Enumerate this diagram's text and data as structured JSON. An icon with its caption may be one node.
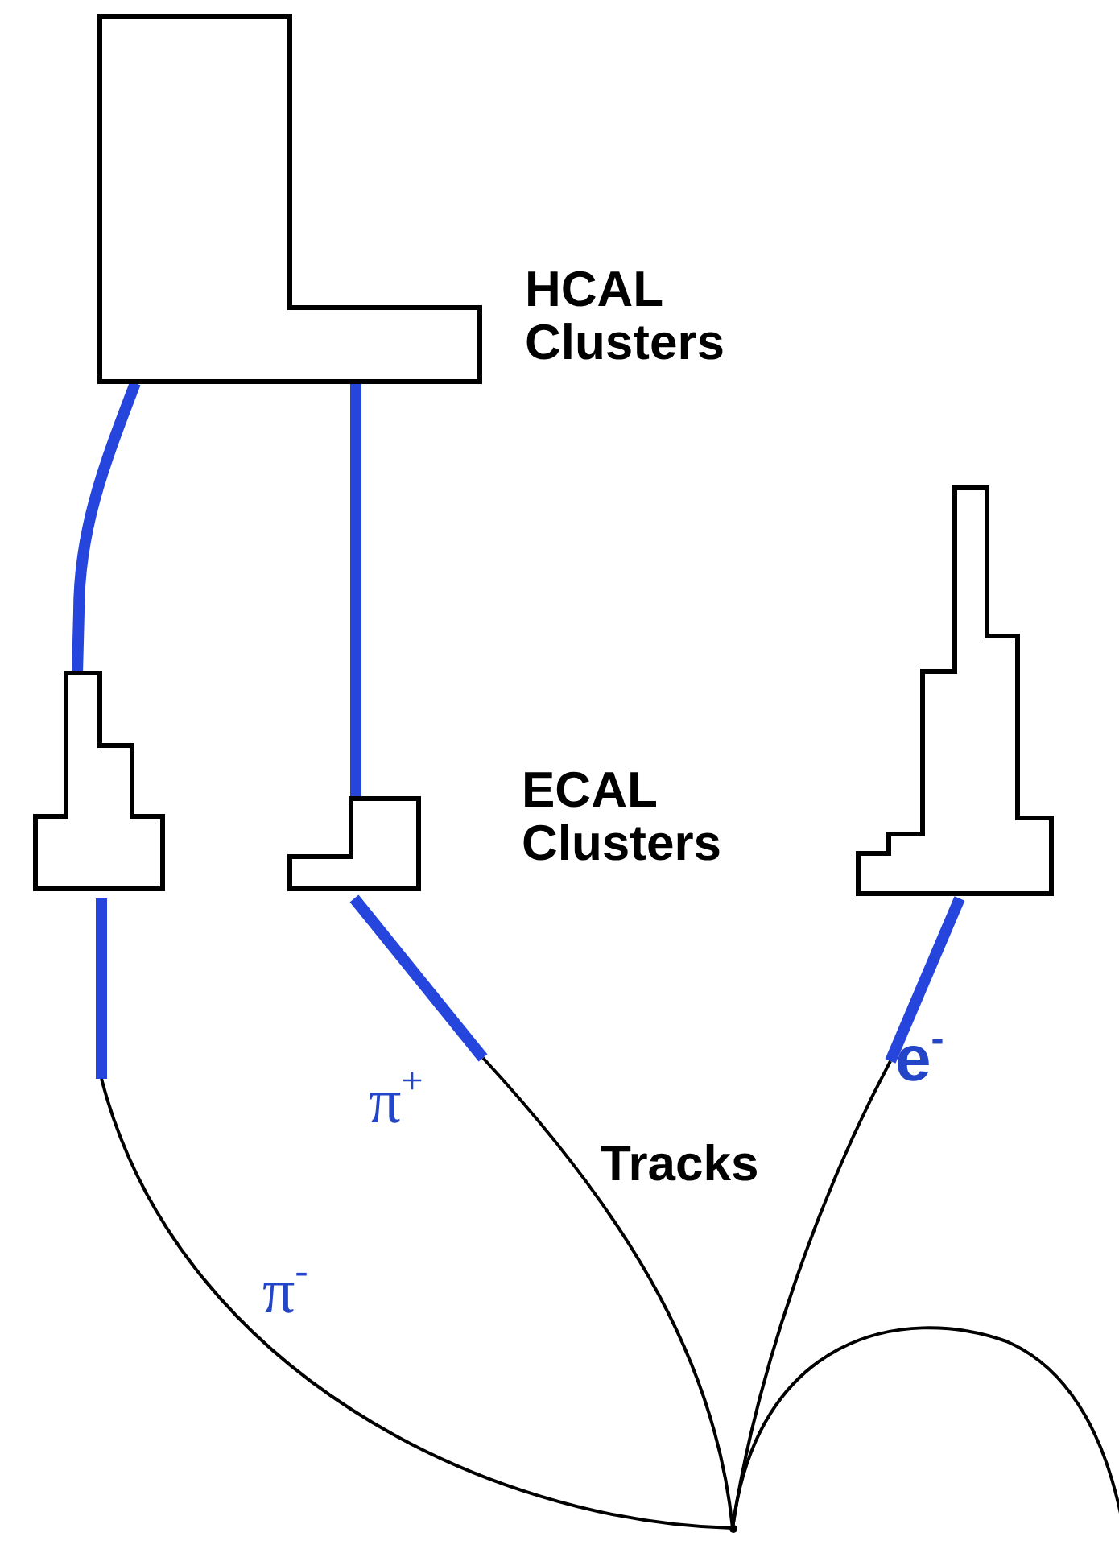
{
  "diagram": {
    "nodes": [
      {
        "text": [],
        "shape": "box",
        "beside": [
          "HCAL Clusters"
        ]
      },
      {
        "text": [],
        "shape": "box"
      },
      {
        "text": [],
        "shape": "box"
      },
      {
        "text": [],
        "shape": "box"
      },
      {
        "text": [],
        "shape": "dot"
      }
    ],
    "edges": [
      {
        "from": 0,
        "to": 1,
        "arrow": "none"
      },
      {
        "from": 0,
        "to": 2,
        "arrow": "none"
      },
      {
        "from": 1,
        "to": null,
        "arrow": "none"
      },
      {
        "from": 2,
        "to": null,
        "arrow": "none"
      },
      {
        "from": 3,
        "to": null,
        "arrow": "none"
      },
      {
        "from": 4,
        "to": null,
        "arrow": "none",
        "color": "#000000",
        "label": "π$^{-}$"
      },
      {
        "from": 4,
        "to": null,
        "arrow": "none",
        "color": "#000000",
        "label": "π$^{+}$"
      },
      {
        "from": 4,
        "to": null,
        "arrow": "none",
        "color": "#000000",
        "label": "e$^{-}$"
      },
      {
        "from": 4,
        "to": null,
        "arrow": "none",
        "color": "#000000"
      }
    ],
    "labels": [
      "ECAL Clusters",
      "Tracks"
    ]
  }
}
